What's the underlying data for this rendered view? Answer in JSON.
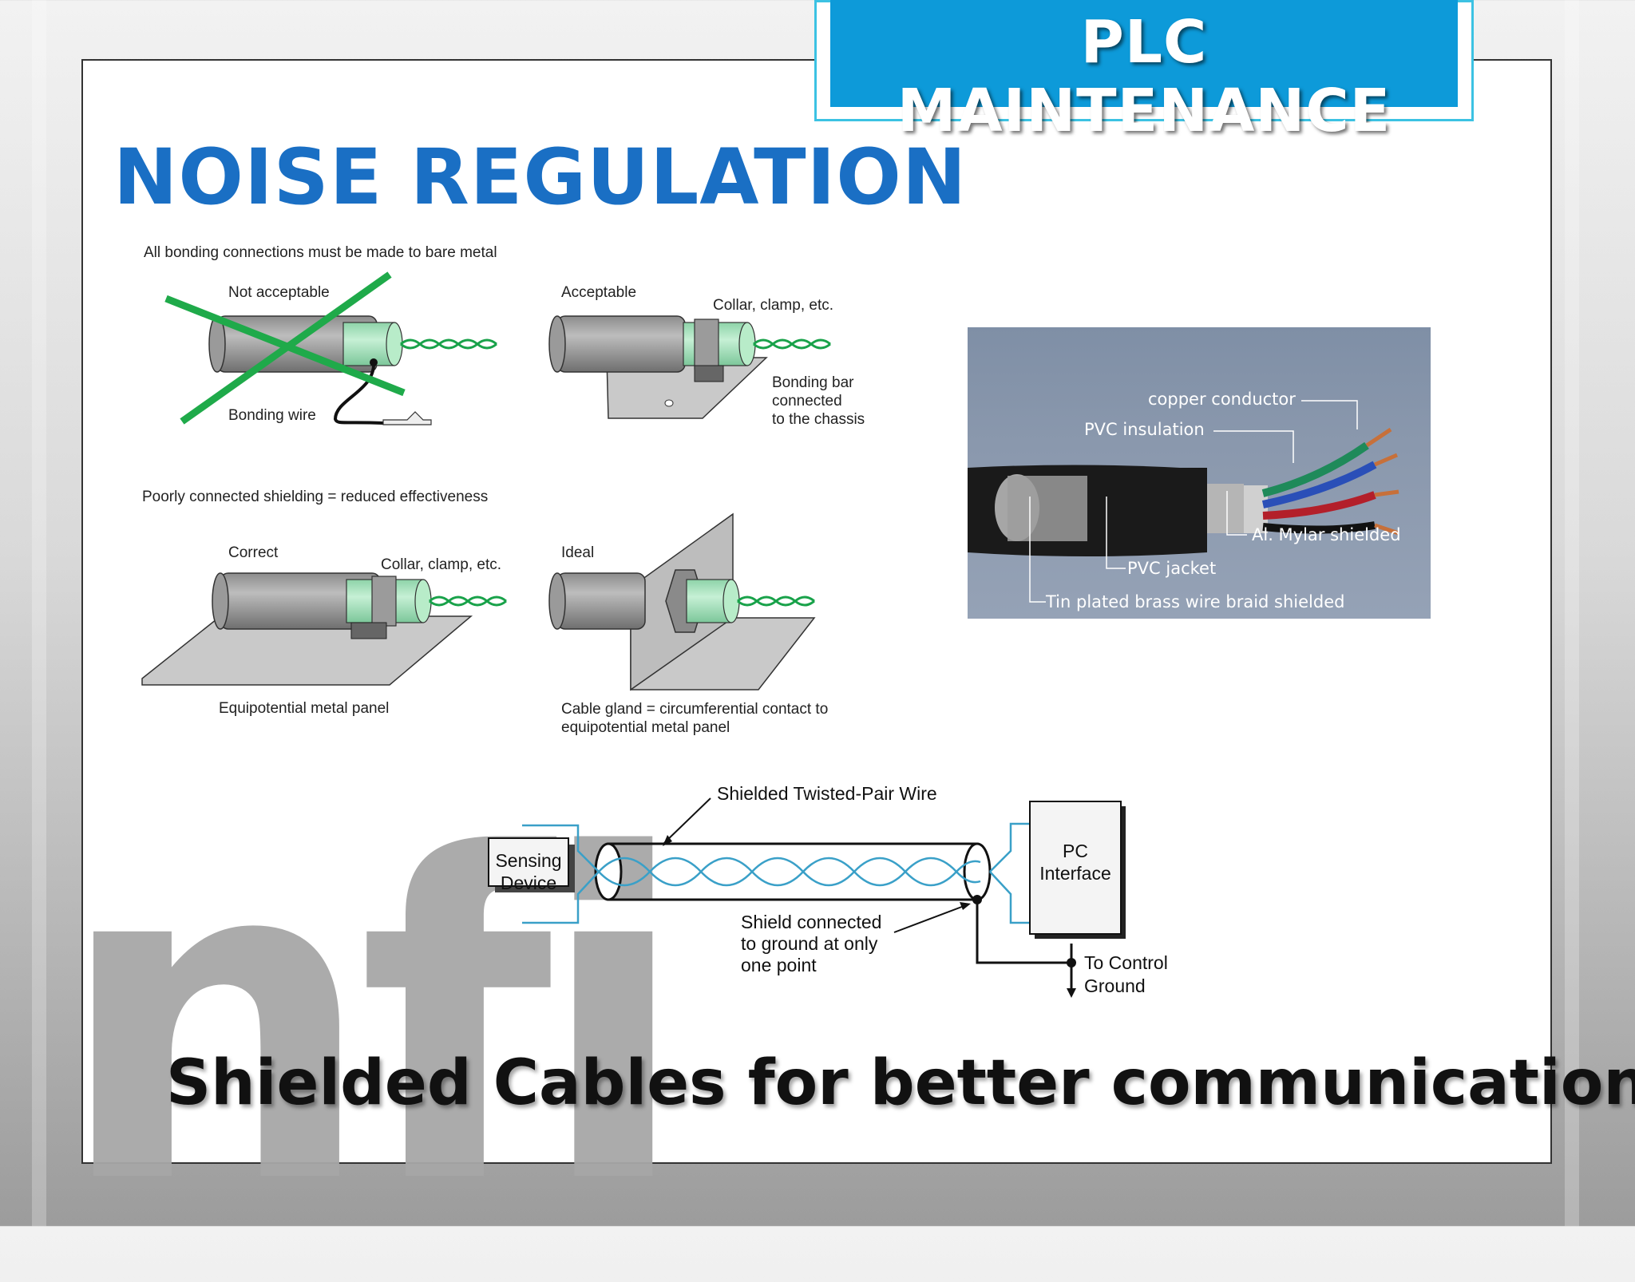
{
  "header": {
    "banner_title": "PLC MAINTENANCE"
  },
  "slide": {
    "title": "NOISE REGULATION",
    "caption": "Shielded Cables for better communication",
    "watermark_text": "nfi"
  },
  "bonding_diagram": {
    "top_heading": "All bonding connections must be made to bare metal",
    "not_acceptable": "Not acceptable",
    "bonding_wire": "Bonding wire",
    "acceptable": "Acceptable",
    "collar_clamp_top": "Collar, clamp, etc.",
    "bonding_bar": "Bonding bar\nconnected\nto the chassis",
    "mid_heading": "Poorly connected shielding = reduced effectiveness",
    "correct": "Correct",
    "collar_clamp_bottom": "Collar, clamp, etc.",
    "equipotential_panel": "Equipotential metal panel",
    "ideal": "Ideal",
    "cable_gland": "Cable gland = circumferential contact to\nequipotential metal panel"
  },
  "cable_photo": {
    "copper_conductor": "copper conductor",
    "pvc_insulation": "PVC insulation",
    "al_mylar": "Al. Mylar shielded",
    "pvc_jacket": "PVC jacket",
    "tin_braid": "Tin plated brass wire braid shielded"
  },
  "twisted_pair_diagram": {
    "wire_label": "Shielded Twisted-Pair Wire",
    "sensing_device": "Sensing\nDevice",
    "pc_interface": "PC\nInterface",
    "shield_note": "Shield connected\nto ground at only\none point",
    "control_ground": "To Control\nGround"
  },
  "colors": {
    "banner_bg": "#0d9ad9",
    "title_blue": "#1a6fc4",
    "cross_green": "#1faa4a",
    "shield_green": "#a9e3c2"
  }
}
